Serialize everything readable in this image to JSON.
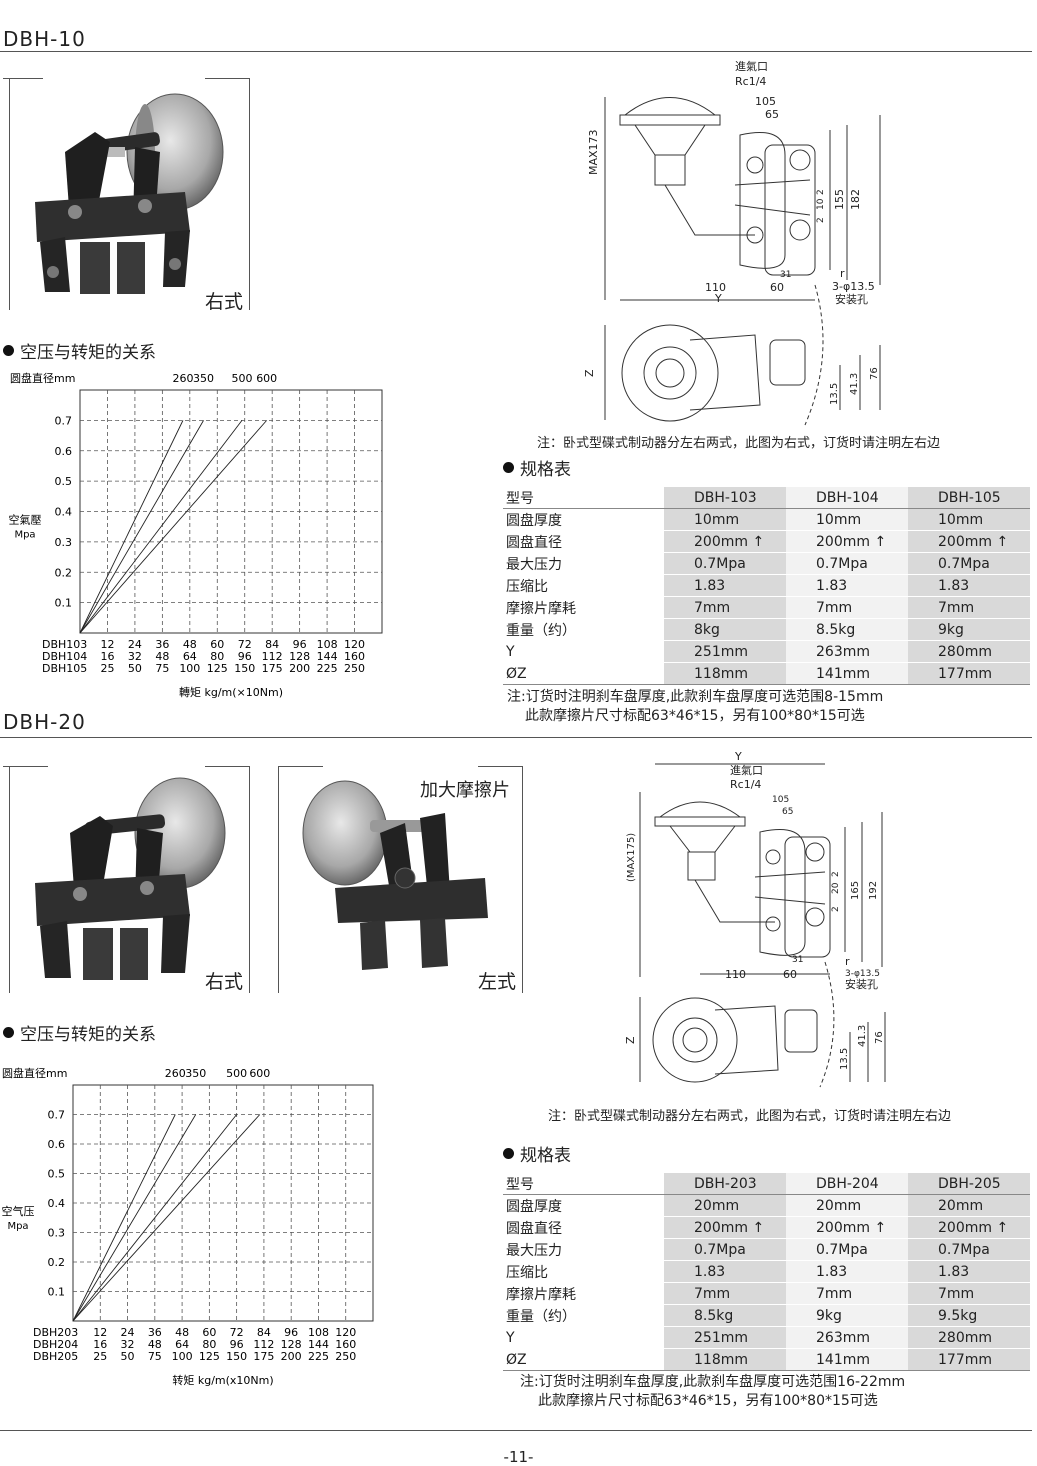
{
  "page_number": "-11-",
  "sections": [
    {
      "title": "DBH-10",
      "photo_labels": [
        "右式"
      ],
      "chart_heading": "空压与转矩的关系",
      "diagram": {
        "inlet_label": "進氣口",
        "inlet_spec": "Rc1/4",
        "dims": [
          "105",
          "65",
          "MAX173",
          "2",
          "10",
          "2",
          "155",
          "182",
          "31",
          "r",
          "110",
          "60",
          "Y",
          "3-φ13.5",
          "安装孔",
          "Z",
          "13.5",
          "41.3",
          "76"
        ]
      },
      "diagram_note": "注：卧式型碟式制动器分左右两式，此图为右式，订货时请注明左右边",
      "spec_heading": "规格表",
      "spec_table": {
        "rows": [
          [
            "型号",
            "DBH-103",
            "DBH-104",
            "DBH-105"
          ],
          [
            "圆盘厚度",
            "10mm",
            "10mm",
            "10mm"
          ],
          [
            "圆盘直径",
            "200mm ↑",
            "200mm ↑",
            "200mm ↑"
          ],
          [
            "最大压力",
            "0.7Mpa",
            "0.7Mpa",
            "0.7Mpa"
          ],
          [
            "压缩比",
            "1.83",
            "1.83",
            "1.83"
          ],
          [
            "摩擦片摩耗",
            "7mm",
            "7mm",
            "7mm"
          ],
          [
            "重量（约）",
            "8kg",
            "8.5kg",
            "9kg"
          ],
          [
            "Y",
            "251mm",
            "263mm",
            "280mm"
          ],
          [
            "ØZ",
            "118mm",
            "141mm",
            "177mm"
          ]
        ]
      },
      "order_note": [
        "注:订货时注明刹车盘厚度,此款刹车盘厚度可选范围8-15mm",
        "此款摩擦片尺寸标配63*46*15，另有100*80*15可选"
      ]
    },
    {
      "title": "DBH-20",
      "photo_labels": [
        "右式",
        "左式",
        "加大摩擦片"
      ],
      "chart_heading": "空压与转矩的关系",
      "diagram": {
        "inlet_label": "進氣口",
        "inlet_spec": "Rc1/4",
        "dims": [
          "Y",
          "105",
          "65",
          "(MAX175)",
          "2",
          "20",
          "2",
          "165",
          "192",
          "31",
          "r",
          "110",
          "60",
          "3-φ13.5",
          "安装孔",
          "Z",
          "13.5",
          "41.3",
          "76"
        ]
      },
      "diagram_note": "注：卧式型碟式制动器分左右两式，此图为右式，订货时请注明左右边",
      "spec_heading": "规格表",
      "spec_table": {
        "rows": [
          [
            "型号",
            "DBH-203",
            "DBH-204",
            "DBH-205"
          ],
          [
            "圆盘厚度",
            "20mm",
            "20mm",
            "20mm"
          ],
          [
            "圆盘直径",
            "200mm ↑",
            "200mm ↑",
            "200mm ↑"
          ],
          [
            "最大压力",
            "0.7Mpa",
            "0.7Mpa",
            "0.7Mpa"
          ],
          [
            "压缩比",
            "1.83",
            "1.83",
            "1.83"
          ],
          [
            "摩擦片摩耗",
            "7mm",
            "7mm",
            "7mm"
          ],
          [
            "重量（约）",
            "8.5kg",
            "9kg",
            "9.5kg"
          ],
          [
            "Y",
            "251mm",
            "263mm",
            "280mm"
          ],
          [
            "ØZ",
            "118mm",
            "141mm",
            "177mm"
          ]
        ]
      },
      "order_note": [
        "注:订货时注明刹车盘厚度,此款刹车盘厚度可选范围16-22mm",
        "此款摩擦片尺寸标配63*46*15，另有100*80*15可选"
      ]
    }
  ],
  "chart_data": [
    {
      "type": "line",
      "title": "",
      "top_label": "圆盘直径mm",
      "ylabel": "空氣壓",
      "yunit": "Mpa",
      "xlabel": "轉矩 kg/m(×10Nm)",
      "ylim": [
        0,
        0.8
      ],
      "y_ticks": [
        "0.7",
        "0.6",
        "0.5",
        "0.4",
        "0.3",
        "0.2",
        "0.1"
      ],
      "x_rows": [
        {
          "name": "DBH103",
          "ticks": [
            "12",
            "24",
            "36",
            "48",
            "60",
            "72",
            "84",
            "96",
            "108",
            "120"
          ]
        },
        {
          "name": "DBH104",
          "ticks": [
            "16",
            "32",
            "48",
            "64",
            "80",
            "96",
            "112",
            "128",
            "144",
            "160"
          ]
        },
        {
          "name": "DBH105",
          "ticks": [
            "25",
            "50",
            "75",
            "100",
            "125",
            "150",
            "175",
            "200",
            "225",
            "250"
          ]
        }
      ],
      "x_tick_positions": [
        1,
        2,
        3,
        4,
        5,
        6,
        7,
        8,
        9,
        10
      ],
      "xlim": [
        0,
        11
      ],
      "grid": true,
      "series": [
        {
          "name": "260",
          "points": [
            [
              0,
              0
            ],
            [
              3.75,
              0.7
            ]
          ]
        },
        {
          "name": "350",
          "points": [
            [
              0,
              0
            ],
            [
              4.5,
              0.7
            ]
          ]
        },
        {
          "name": "500",
          "points": [
            [
              0,
              0
            ],
            [
              5.9,
              0.7
            ]
          ]
        },
        {
          "name": "600",
          "points": [
            [
              0,
              0
            ],
            [
              6.8,
              0.7
            ]
          ]
        }
      ]
    },
    {
      "type": "line",
      "title": "",
      "top_label": "圆盘直径mm",
      "ylabel": "空气压",
      "yunit": "Mpa",
      "xlabel": "转矩 kg/m(x10Nm)",
      "ylim": [
        0,
        0.8
      ],
      "y_ticks": [
        "0.7",
        "0.6",
        "0.5",
        "0.4",
        "0.3",
        "0.2",
        "0.1"
      ],
      "x_rows": [
        {
          "name": "DBH203",
          "ticks": [
            "12",
            "24",
            "36",
            "48",
            "60",
            "72",
            "84",
            "96",
            "108",
            "120"
          ]
        },
        {
          "name": "DBH204",
          "ticks": [
            "16",
            "32",
            "48",
            "64",
            "80",
            "96",
            "112",
            "128",
            "144",
            "160"
          ]
        },
        {
          "name": "DBH205",
          "ticks": [
            "25",
            "50",
            "75",
            "100",
            "125",
            "150",
            "175",
            "200",
            "225",
            "250"
          ]
        }
      ],
      "x_tick_positions": [
        1,
        2,
        3,
        4,
        5,
        6,
        7,
        8,
        9,
        10
      ],
      "xlim": [
        0,
        11
      ],
      "grid": true,
      "series": [
        {
          "name": "260",
          "points": [
            [
              0,
              0
            ],
            [
              3.75,
              0.7
            ]
          ]
        },
        {
          "name": "350",
          "points": [
            [
              0,
              0
            ],
            [
              4.5,
              0.7
            ]
          ]
        },
        {
          "name": "500",
          "points": [
            [
              0,
              0
            ],
            [
              6.0,
              0.7
            ]
          ]
        },
        {
          "name": "600",
          "points": [
            [
              0,
              0
            ],
            [
              6.85,
              0.7
            ]
          ]
        }
      ]
    }
  ]
}
